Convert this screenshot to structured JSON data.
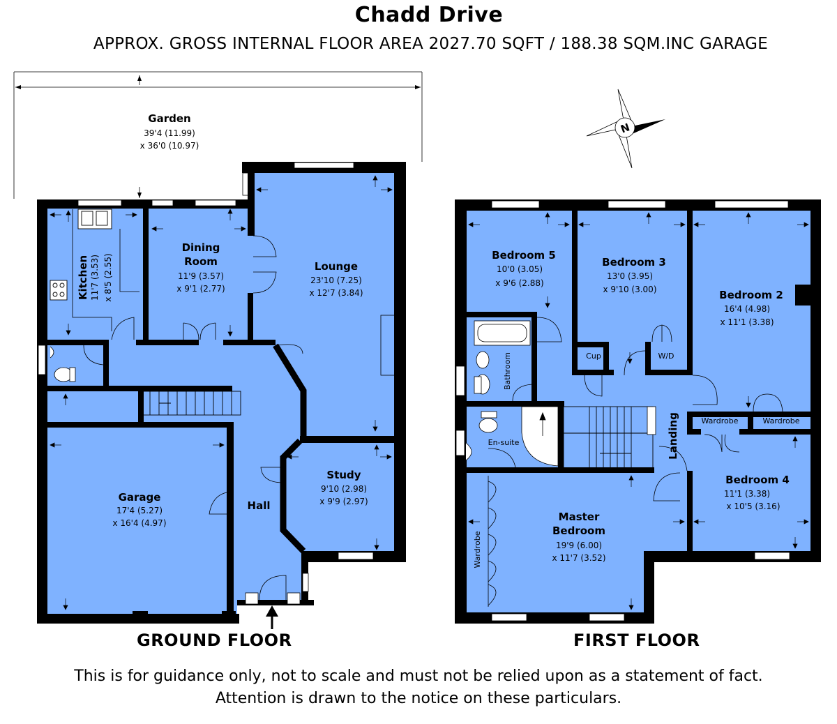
{
  "header": {
    "title": "Chadd Drive",
    "subtitle": "APPROX. GROSS INTERNAL FLOOR AREA 2027.70 SQFT / 188.38 SQM.INC GARAGE"
  },
  "floors": {
    "ground": "GROUND FLOOR",
    "first": "FIRST FLOOR"
  },
  "rooms": {
    "garden": {
      "name": "Garden",
      "dim1": "39'4 (11.99)",
      "dim2": "x 36'0 (10.97)"
    },
    "kitchen": {
      "name": "Kitchen",
      "dim1": "11'7 (3.53)",
      "dim2": "x 8'5 (2.55)"
    },
    "dining": {
      "name1": "Dining",
      "name2": "Room",
      "dim1": "11'9 (3.57)",
      "dim2": "x 9'1 (2.77)"
    },
    "lounge": {
      "name": "Lounge",
      "dim1": "23'10 (7.25)",
      "dim2": "x 12'7 (3.84)"
    },
    "garage": {
      "name": "Garage",
      "dim1": "17'4 (5.27)",
      "dim2": "x 16'4 (4.97)"
    },
    "hall": {
      "name": "Hall"
    },
    "study": {
      "name": "Study",
      "dim1": "9'10 (2.98)",
      "dim2": "x 9'9 (2.97)"
    },
    "bedroom5": {
      "name": "Bedroom 5",
      "dim1": "10'0 (3.05)",
      "dim2": "x 9'6 (2.88)"
    },
    "bedroom3": {
      "name": "Bedroom 3",
      "dim1": "13'0 (3.95)",
      "dim2": "x 9'10 (3.00)"
    },
    "bedroom2": {
      "name": "Bedroom 2",
      "dim1": "16'4 (4.98)",
      "dim2": "x 11'1 (3.38)"
    },
    "bedroom4": {
      "name": "Bedroom 4",
      "dim1": "11'1 (3.38)",
      "dim2": "x 10'5 (3.16)"
    },
    "master": {
      "name1": "Master",
      "name2": "Bedroom",
      "dim1": "19'9 (6.00)",
      "dim2": "x 11'7 (3.52)"
    },
    "bathroom": {
      "name": "Bathroom"
    },
    "ensuite": {
      "name": "En-suite"
    },
    "landing": {
      "name": "Landing"
    },
    "cup": {
      "name": "Cup"
    },
    "wd": {
      "name": "W/D"
    },
    "wardrobe": {
      "name": "Wardrobe"
    }
  },
  "compass": {
    "letter": "N"
  },
  "colors": {
    "room_fill": "#7FB2FF",
    "wall": "#000000",
    "background": "#FFFFFF"
  },
  "footer": {
    "line1": "This is for guidance only, not to scale and must not be relied upon as a statement of fact.",
    "line2": "Attention is drawn to the notice on these particulars."
  }
}
